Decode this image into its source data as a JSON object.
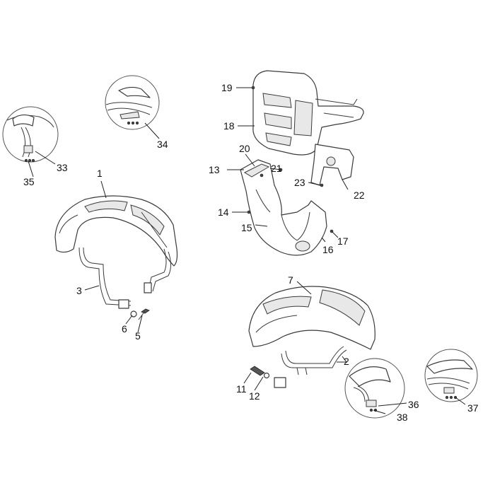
{
  "callouts": [
    {
      "id": "1",
      "text": "1"
    },
    {
      "id": "2",
      "text": "2"
    },
    {
      "id": "3",
      "text": "3"
    },
    {
      "id": "5",
      "text": "5"
    },
    {
      "id": "6",
      "text": "6"
    },
    {
      "id": "7",
      "text": "7"
    },
    {
      "id": "11",
      "text": "11"
    },
    {
      "id": "12",
      "text": "12"
    },
    {
      "id": "13",
      "text": "13"
    },
    {
      "id": "14",
      "text": "14"
    },
    {
      "id": "15",
      "text": "15"
    },
    {
      "id": "16",
      "text": "16"
    },
    {
      "id": "17",
      "text": "17"
    },
    {
      "id": "18",
      "text": "18"
    },
    {
      "id": "19",
      "text": "19"
    },
    {
      "id": "20",
      "text": "20"
    },
    {
      "id": "21",
      "text": "21"
    },
    {
      "id": "22",
      "text": "22"
    },
    {
      "id": "23",
      "text": "23"
    },
    {
      "id": "33",
      "text": "33"
    },
    {
      "id": "34",
      "text": "34"
    },
    {
      "id": "35",
      "text": "35"
    },
    {
      "id": "36",
      "text": "36"
    },
    {
      "id": "37",
      "text": "37"
    },
    {
      "id": "38",
      "text": "38"
    }
  ]
}
